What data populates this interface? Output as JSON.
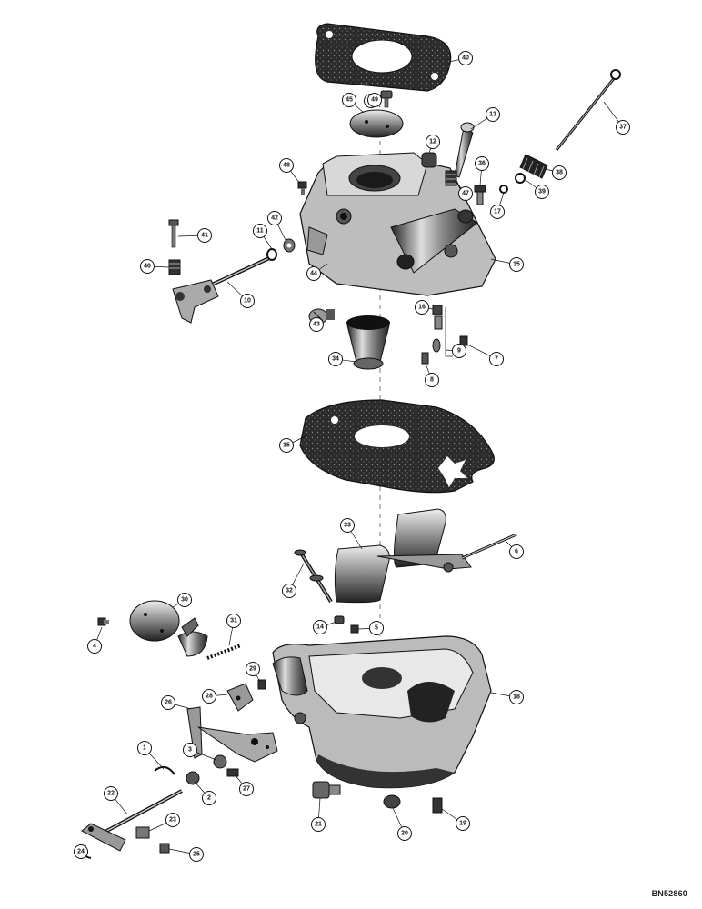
{
  "figure": {
    "figure_code": "BN52860",
    "callouts": [
      "1",
      "2",
      "3",
      "4",
      "5",
      "6",
      "7",
      "8",
      "9",
      "10",
      "11",
      "12",
      "13",
      "14",
      "15",
      "16",
      "17",
      "18",
      "19",
      "20",
      "21",
      "22",
      "23",
      "24",
      "25",
      "26",
      "27",
      "28",
      "29",
      "30",
      "31",
      "32",
      "33",
      "34",
      "35",
      "36",
      "37",
      "38",
      "39",
      "40",
      "40",
      "41",
      "42",
      "43",
      "44",
      "45",
      "46",
      "47",
      "48",
      "49"
    ],
    "colors": {
      "ink": "#111111",
      "paper": "#ffffff",
      "gasket": "#2b2b2b"
    }
  }
}
